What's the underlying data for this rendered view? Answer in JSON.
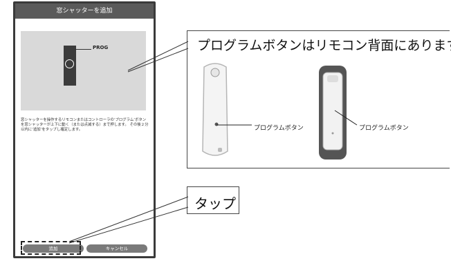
{
  "phone": {
    "title": "窓シャッターを追加",
    "hero": {
      "prog_label": "PROG"
    },
    "instructions": "窓シャッターを操作するリモコンまたはコントローラの‘プログラム’ボタンを窓シャッターが上下に動く（または点滅する）まで押します。\nその後２分以内に‘追加’をタップし確定します。",
    "buttons": {
      "add": "追加",
      "cancel": "キャンセル"
    }
  },
  "callouts": {
    "program_button_heading": "プログラムボタンはリモコン背面にあります",
    "remote_left_label": "プログラムボタン",
    "remote_right_label": "プログラムボタン",
    "tap_label": "タップ"
  },
  "colors": {
    "phone_border": "#3a3a3a",
    "title_bar": "#5a5a5a",
    "button_gray": "#7a7a7a",
    "hero_bg": "#d9d9d9"
  },
  "icons": {
    "remote_left": "remote-front-icon",
    "remote_right": "remote-back-icon"
  }
}
